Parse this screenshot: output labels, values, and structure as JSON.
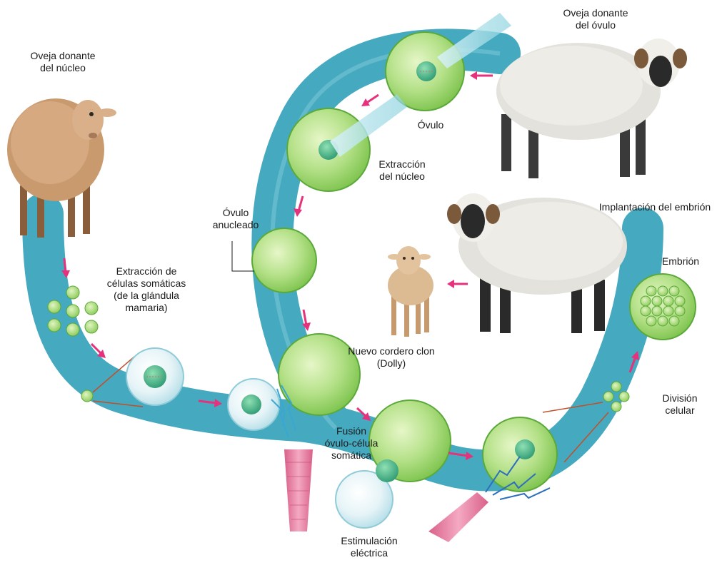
{
  "labels": {
    "nucleus_donor": [
      "Oveja donante",
      "del núcleo"
    ],
    "egg_donor": [
      "Oveja donante",
      "del óvulo"
    ],
    "ovum": "Óvulo",
    "nucleus_extraction": [
      "Extracción",
      "del núcleo"
    ],
    "enucleated_ovum": [
      "Óvulo",
      "anucleado"
    ],
    "somatic_extraction": [
      "Extracción de",
      "células somáticas",
      "(de la glándula",
      "mamaria)"
    ],
    "new_lamb": [
      "Nuevo cordero clon",
      "(Dolly)"
    ],
    "fusion": [
      "Fusión",
      "óvulo-célula",
      "somática"
    ],
    "electric_stimulation": [
      "Estimulación",
      "eléctrica"
    ],
    "implantation": "Implantación del embrión",
    "embryo": "Embrión",
    "cell_division": [
      "División",
      "celular"
    ]
  },
  "colors": {
    "band": "#45a9bf",
    "band_light": "#7fcbd9",
    "egg_fill": "#a9db7c",
    "egg_edge": "#5ba93a",
    "nucleus": "#3aa58a",
    "arrow": "#e6327c",
    "electrode": "#e88aa8",
    "wool_white": "#e9e7e2",
    "wool_brown": "#c99a6e"
  },
  "icons": [
    "sheep-brown-icon",
    "sheep-blackface-icon",
    "lamb-icon",
    "ovum-icon",
    "pipette-icon",
    "electrode-icon",
    "spark-icon"
  ]
}
